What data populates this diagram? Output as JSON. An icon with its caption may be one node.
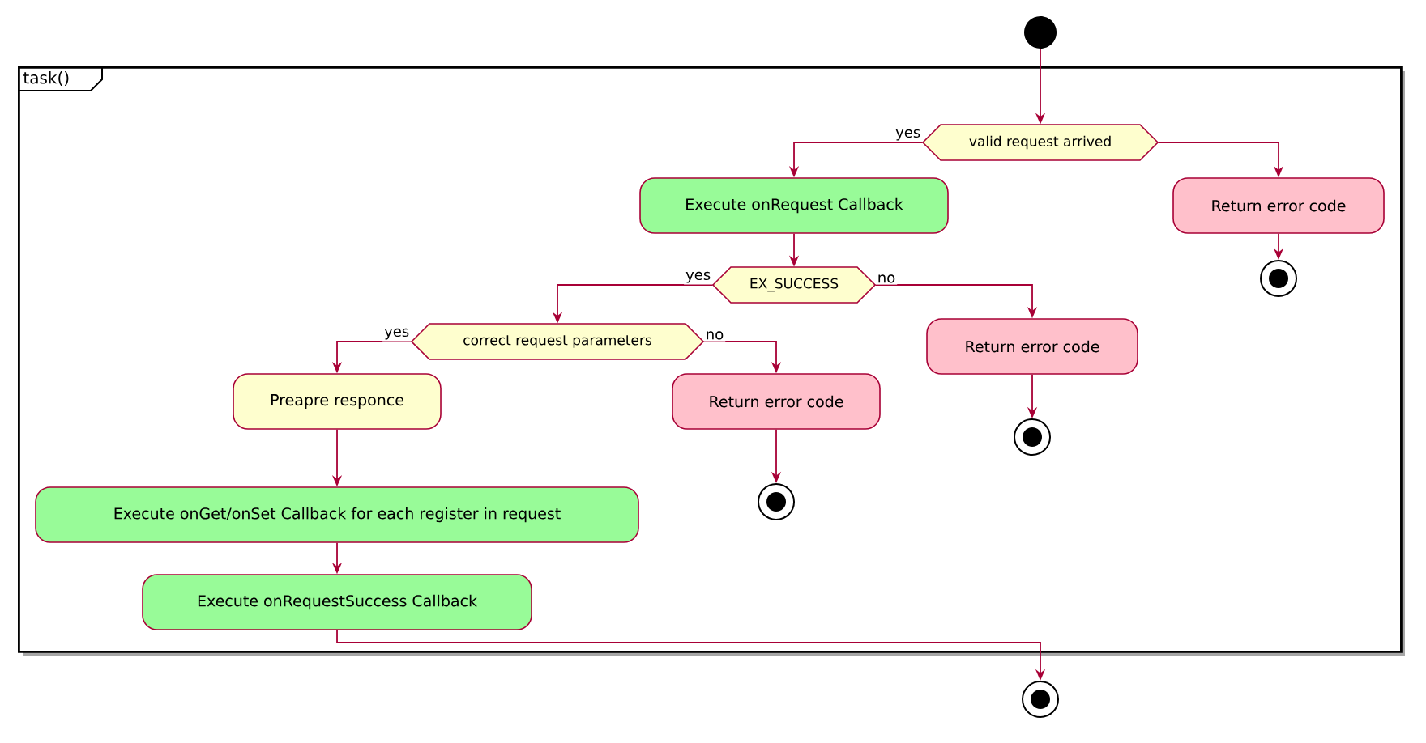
{
  "diagram": {
    "nodes": [
      {
        "text": [],
        "shape": "circle"
      },
      {
        "text": [
          "task()"
        ]
      },
      {
        "text": [
          "valid request arrived"
        ],
        "in": 1
      },
      {
        "text": [
          "Execute onRequest Callback"
        ],
        "in": 1
      },
      {
        "text": [
          "Return error code"
        ],
        "in": 1
      },
      {
        "text": [],
        "shape": "circle",
        "in": 1
      },
      {
        "text": [
          "EX_SUCCESS"
        ],
        "in": 1
      },
      {
        "text": [
          "Return error code"
        ],
        "in": 1
      },
      {
        "text": [
          "correct request parameters"
        ],
        "in": 1
      },
      {
        "text": [
          "Preapre responce"
        ],
        "in": 1
      },
      {
        "text": [
          "Return error code"
        ],
        "in": 1
      },
      {
        "text": [],
        "shape": "circle",
        "in": 1
      },
      {
        "text": [],
        "shape": "circle",
        "in": 1
      },
      {
        "text": [
          "Execute onGet/onSet Callback for each register in request"
        ],
        "in": 1
      },
      {
        "text": [
          "Execute onRequestSuccess Callback"
        ],
        "in": 1
      },
      {
        "text": [],
        "shape": "circle"
      }
    ],
    "edges": [
      {
        "from": 0,
        "to": 2,
        "arrow": "to"
      },
      {
        "from": 2,
        "to": 3,
        "arrow": "to",
        "label": "yes"
      },
      {
        "from": 2,
        "to": 4,
        "arrow": "to"
      },
      {
        "from": 4,
        "to": 5,
        "arrow": "to"
      },
      {
        "from": 3,
        "to": 6,
        "arrow": "to"
      },
      {
        "from": 6,
        "to": 8,
        "arrow": "to",
        "label": "yes"
      },
      {
        "from": 6,
        "to": 7,
        "arrow": "to",
        "label": "no"
      },
      {
        "from": 7,
        "to": 12,
        "arrow": "to"
      },
      {
        "from": 8,
        "to": 9,
        "arrow": "to",
        "label": "yes"
      },
      {
        "from": 8,
        "to": 10,
        "arrow": "to",
        "label": "no"
      },
      {
        "from": 10,
        "to": 11,
        "arrow": "to"
      },
      {
        "from": 9,
        "to": 13,
        "arrow": "to"
      },
      {
        "from": 13,
        "to": 14,
        "arrow": "to"
      },
      {
        "from": 14,
        "to": 15,
        "arrow": "to"
      }
    ]
  }
}
